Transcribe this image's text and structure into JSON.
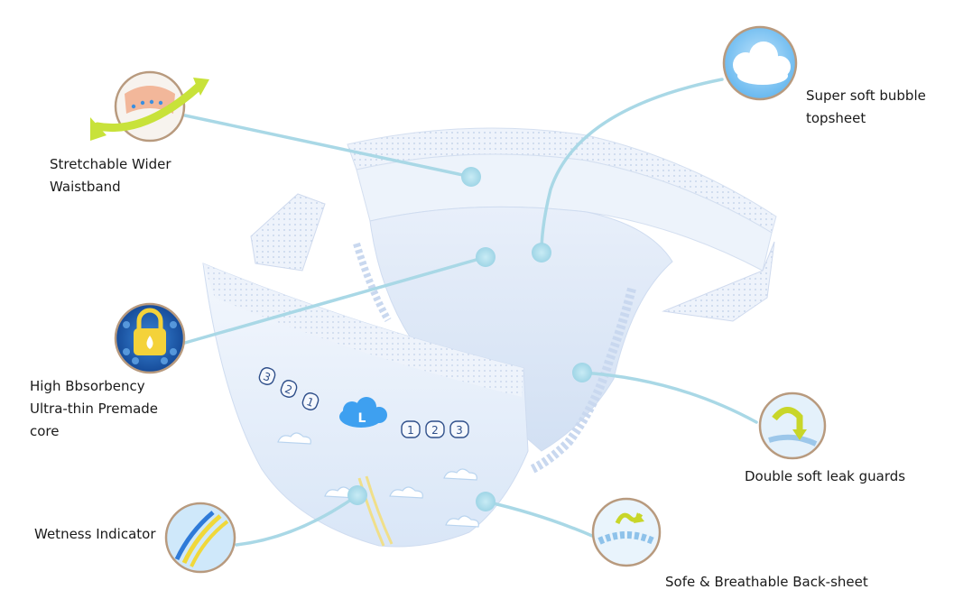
{
  "labels": {
    "waistband": [
      "Stretchable Wider",
      "Waistband"
    ],
    "topsheet": [
      "Super soft bubble",
      "topsheet"
    ],
    "core": [
      "High Bbsorbency",
      "Ultra-thin Premade",
      "core"
    ],
    "leak_guards": [
      "Double soft leak guards"
    ],
    "wetness": [
      "Wetness Indicator"
    ],
    "backsheet": [
      "Sofe & Breathable Back-sheet"
    ]
  },
  "size_badge": "L",
  "size_steps_front": [
    "1",
    "2",
    "3"
  ],
  "size_steps_back": [
    "3",
    "2",
    "1"
  ],
  "icons": {
    "waistband": "stretch-waistband-icon",
    "topsheet": "cloud-bubble-icon",
    "core": "lock-drop-icon",
    "leak_guards": "leak-guard-arrow-icon",
    "wetness": "wetness-stripe-icon",
    "backsheet": "breathable-sheet-icon"
  },
  "colors": {
    "leader_line": "#a9d8e6",
    "diaper_blue": "#e4eefb",
    "cloud_badge": "#3ea0f0",
    "icon_ring": "#b89a7e"
  }
}
